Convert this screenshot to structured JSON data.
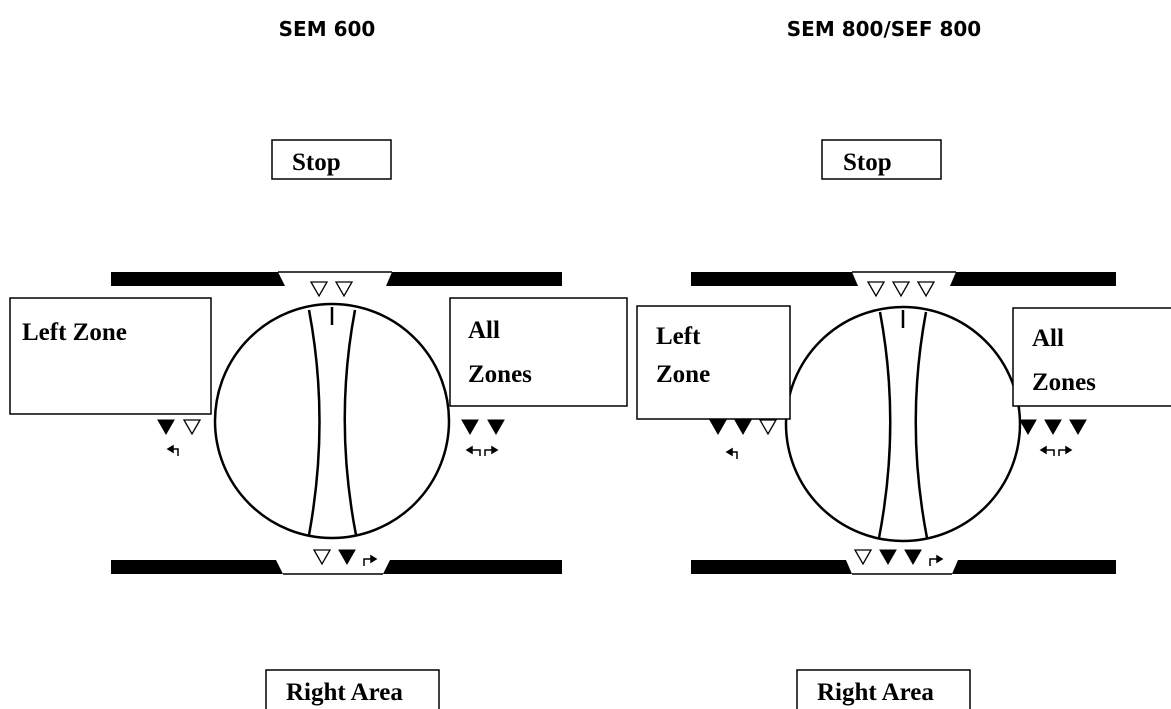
{
  "colors": {
    "ink": "#000000",
    "paper": "#ffffff"
  },
  "panels": [
    {
      "heading": "SEM 600",
      "labels": {
        "top": "Stop",
        "left": "Left Zone",
        "right": "All Zones",
        "bottom": "Right Area"
      },
      "indicators": {
        "top": [
          "open",
          "open"
        ],
        "left": [
          "filled",
          "open"
        ],
        "right": [
          "filled",
          "filled"
        ],
        "bottom": [
          "open",
          "filled"
        ]
      }
    },
    {
      "heading": "SEM 800/SEF 800",
      "labels": {
        "top": "Stop",
        "left": "Left Zone",
        "right": "All Zones",
        "bottom": "Right Area"
      },
      "indicators": {
        "top": [
          "open",
          "open",
          "open"
        ],
        "left": [
          "filled",
          "filled",
          "open"
        ],
        "right": [
          "filled",
          "filled",
          "filled"
        ],
        "bottom": [
          "open",
          "filled",
          "filled"
        ]
      }
    }
  ]
}
